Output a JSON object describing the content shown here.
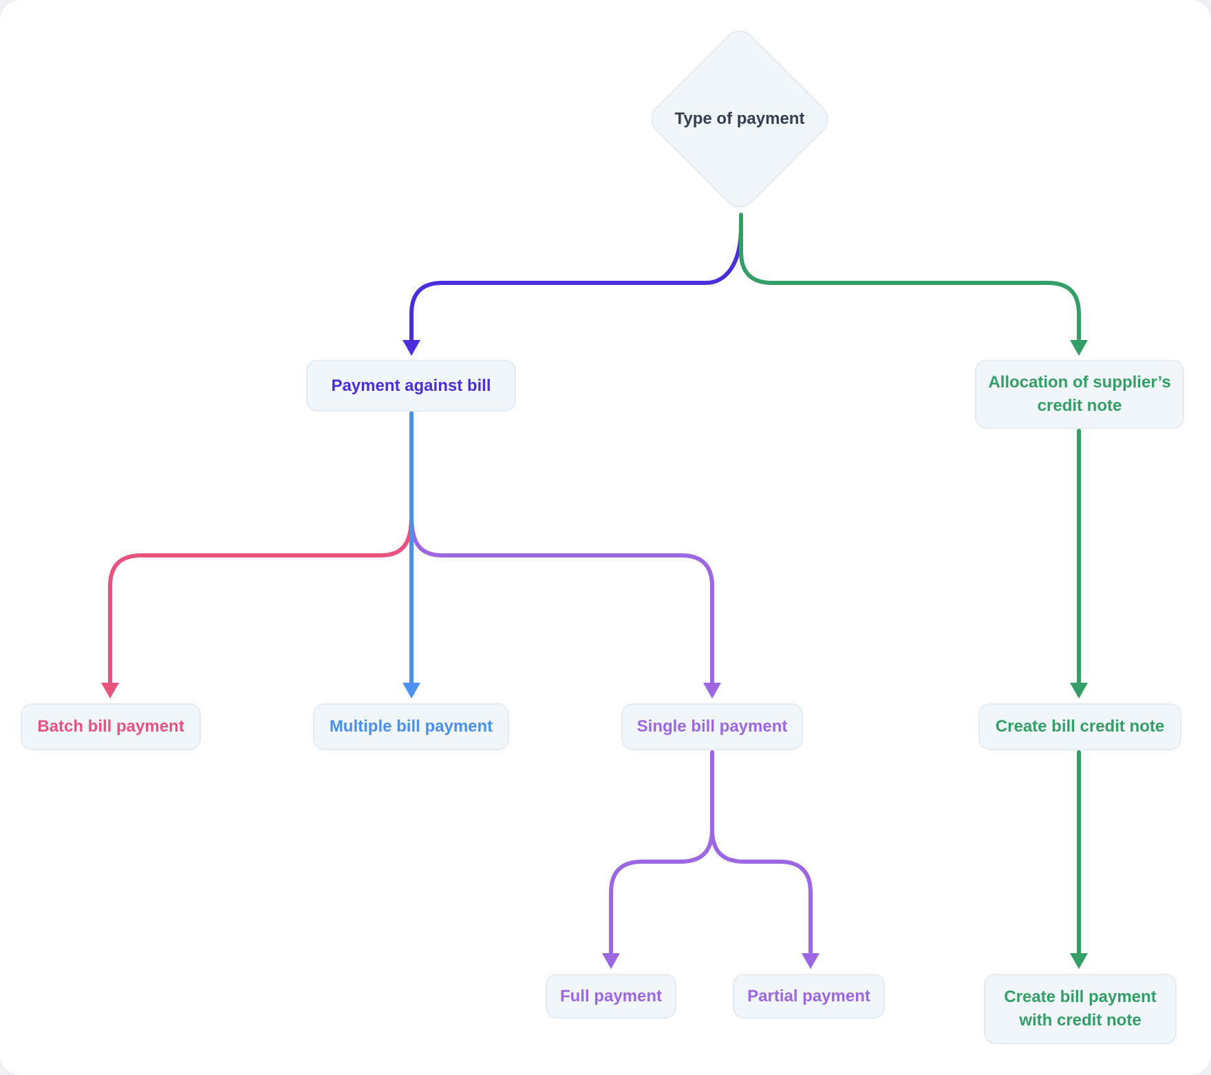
{
  "root": {
    "label": "Type of payment"
  },
  "nodes": {
    "payment_against_bill": {
      "label": "Payment against bill"
    },
    "allocation_credit_note": {
      "label": "Allocation of supplier’s credit note",
      "lines": [
        "Allocation of supplier’s",
        "credit note"
      ]
    },
    "batch_bill_payment": {
      "label": "Batch bill payment"
    },
    "multiple_bill_payment": {
      "label": "Multiple bill payment"
    },
    "single_bill_payment": {
      "label": "Single bill payment"
    },
    "create_bill_credit_note": {
      "label": "Create bill credit note"
    },
    "full_payment": {
      "label": "Full payment"
    },
    "partial_payment": {
      "label": "Partial payment"
    },
    "create_bill_payment_with_credit_note": {
      "label": "Create bill payment with credit note",
      "lines": [
        "Create bill payment",
        "with credit note"
      ]
    }
  },
  "colors": {
    "indigo": "#4B2DDC",
    "green": "#339E66",
    "pink": "#E8527E",
    "blue": "#4A90EC",
    "purple": "#9D66E2",
    "node_bg": "#F1F6FA",
    "node_border": "#E3EBF3",
    "title_text": "#333E4F"
  }
}
